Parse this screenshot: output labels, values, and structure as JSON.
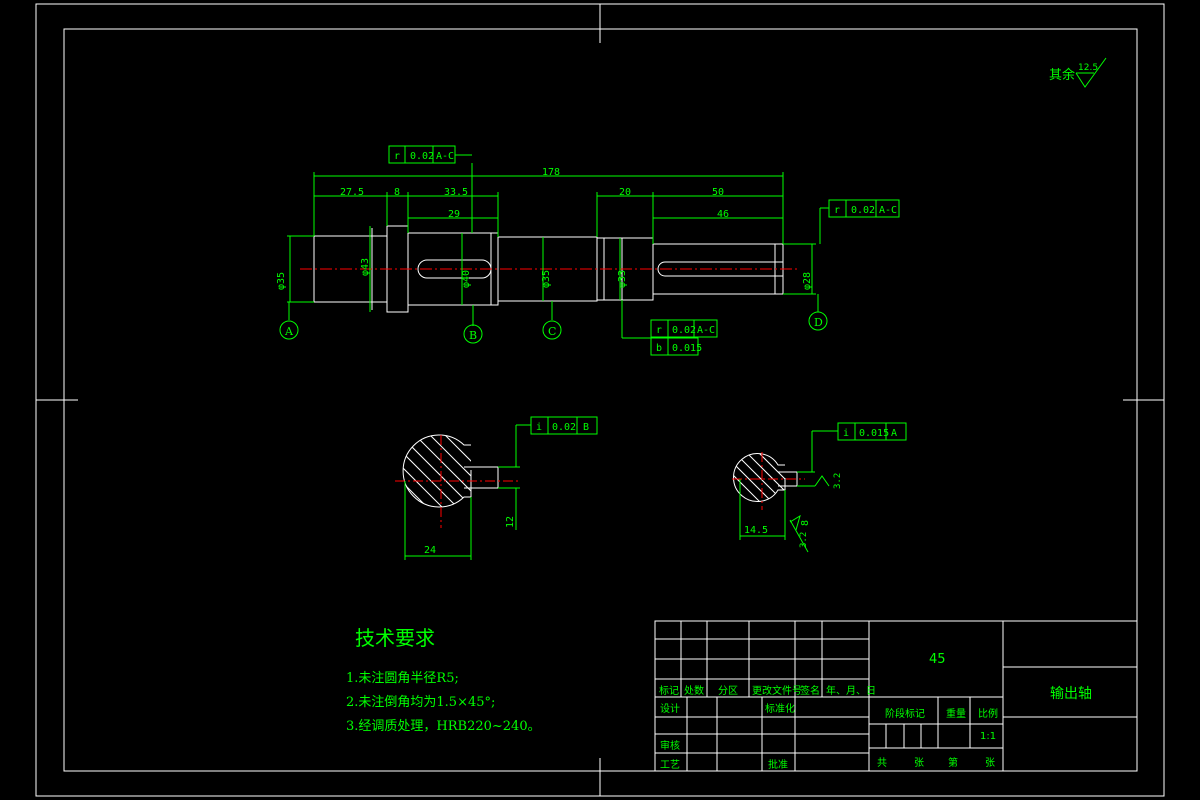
{
  "surface_roughness": {
    "label": "其余",
    "value": "12.5"
  },
  "dimensions": {
    "overall": "178",
    "d_27_5": "27.5",
    "d_8": "8",
    "d_33_5": "33.5",
    "d_29": "29",
    "d_20": "20",
    "d_50": "50",
    "d_46": "46",
    "dia_35_left": "φ35",
    "dia_43": "φ43",
    "dia_40": "φ40",
    "dia_35_mid": "φ35",
    "dia_33": "φ33",
    "dia_28": "φ28",
    "sec_left_width": "24",
    "sec_right_width": "14.5",
    "sec_left_key": "12",
    "sec_right_key": "8",
    "roughness_32": "3.2",
    "roughness_32b": "3.2"
  },
  "datums": [
    "A",
    "B",
    "C",
    "D"
  ],
  "tolerance_frames": {
    "top_left": [
      "r",
      "0.02",
      "A-C"
    ],
    "top_right": [
      "r",
      "0.02",
      "A-C"
    ],
    "mid_runout": [
      "r",
      "0.02",
      "A-C"
    ],
    "mid_cyl": [
      "b",
      "0.015"
    ],
    "sec_left": [
      "i",
      "0.02",
      "B"
    ],
    "sec_right": [
      "i",
      "0.015",
      "A"
    ]
  },
  "tech_requirements": {
    "title": "技术要求",
    "items": [
      "1.未注圆角半径R5;",
      "2.未注倒角均为1.5×45°;",
      "3.经调质处理，HRB220~240。"
    ]
  },
  "title_block": {
    "material": "45",
    "part_name": "输出轴",
    "headers": [
      "标记",
      "处数",
      "分区",
      "更改文件号",
      "签名",
      "年、月、日"
    ],
    "design": "设计",
    "standardize": "标准化",
    "review": "审核",
    "process": "工艺",
    "approve": "批准",
    "stage_mark": "阶段标记",
    "weight": "重量",
    "scale_label": "比例",
    "scale": "1:1",
    "sheets": [
      "共",
      "张",
      "第",
      "张"
    ]
  }
}
